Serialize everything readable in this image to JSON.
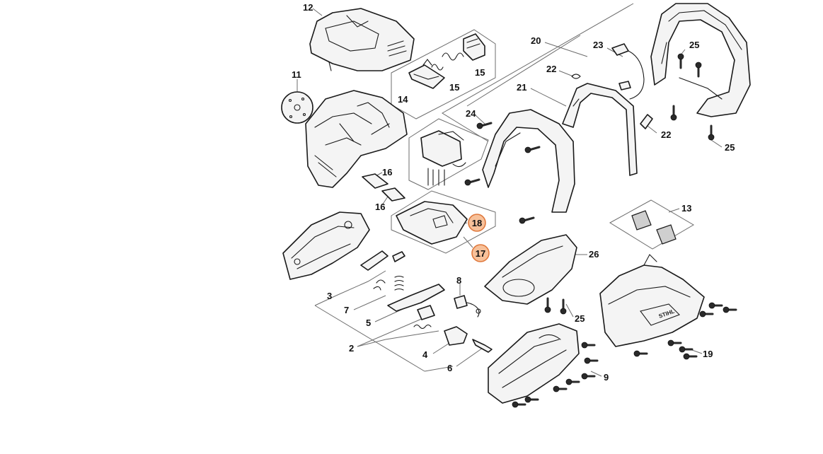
{
  "diagram": {
    "callouts": {
      "c12": "12",
      "c11": "11",
      "c14": "14",
      "c15a": "15",
      "c15b": "15",
      "c16a": "16",
      "c16b": "16",
      "c20": "20",
      "c21": "21",
      "c22a": "22",
      "c22b": "22",
      "c23": "23",
      "c24": "24",
      "c25a": "25",
      "c25b": "25",
      "c25c": "25",
      "c13": "13",
      "c26": "26",
      "c18": "18",
      "c17": "17",
      "c3": "3",
      "c7": "7",
      "c5": "5",
      "c2": "2",
      "c4": "4",
      "c6": "6",
      "c8": "8",
      "c9": "9",
      "c19": "19"
    },
    "highlight_color": "#f7c19a",
    "highlighted_callouts": [
      "18",
      "17"
    ],
    "brand_text": "STIHL"
  }
}
